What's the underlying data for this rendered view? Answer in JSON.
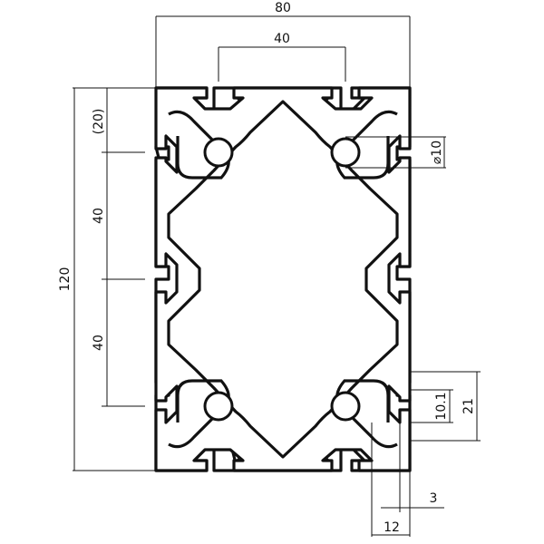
{
  "drawing": {
    "dimensions": {
      "overall_width": "80",
      "slot_spacing_top": "40",
      "overall_height": "120",
      "edge_offset": "(20)",
      "slot_spacing_left_1": "40",
      "slot_spacing_left_2": "40",
      "hole_size": "⌀10",
      "slot_opening": "10.1",
      "slot_depth_outer": "21",
      "wall_thickness": "3",
      "slot_width_bottom": "12"
    }
  }
}
